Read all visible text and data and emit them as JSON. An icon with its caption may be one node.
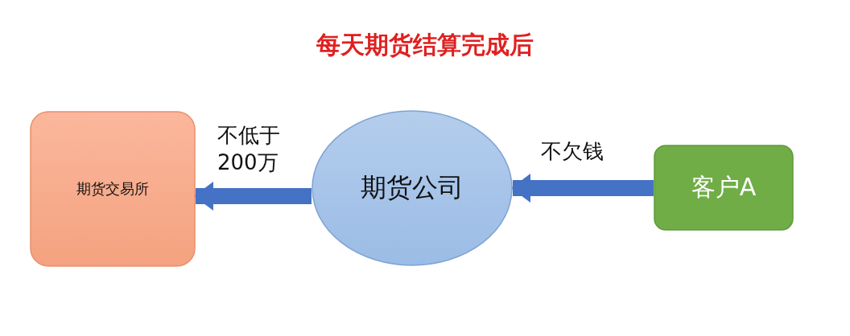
{
  "diagram": {
    "title": "每天期货结算完成后",
    "nodes": [
      {
        "text": [
          "期货交易所"
        ]
      },
      {
        "text": [
          "期货公司"
        ]
      },
      {
        "text": [
          "客户A"
        ]
      }
    ],
    "edges": [
      {
        "from": 1,
        "to": 0,
        "arrow": "to",
        "label": "不低于200万"
      },
      {
        "from": 2,
        "to": 1,
        "arrow": "to",
        "label": "不欠钱"
      }
    ]
  }
}
